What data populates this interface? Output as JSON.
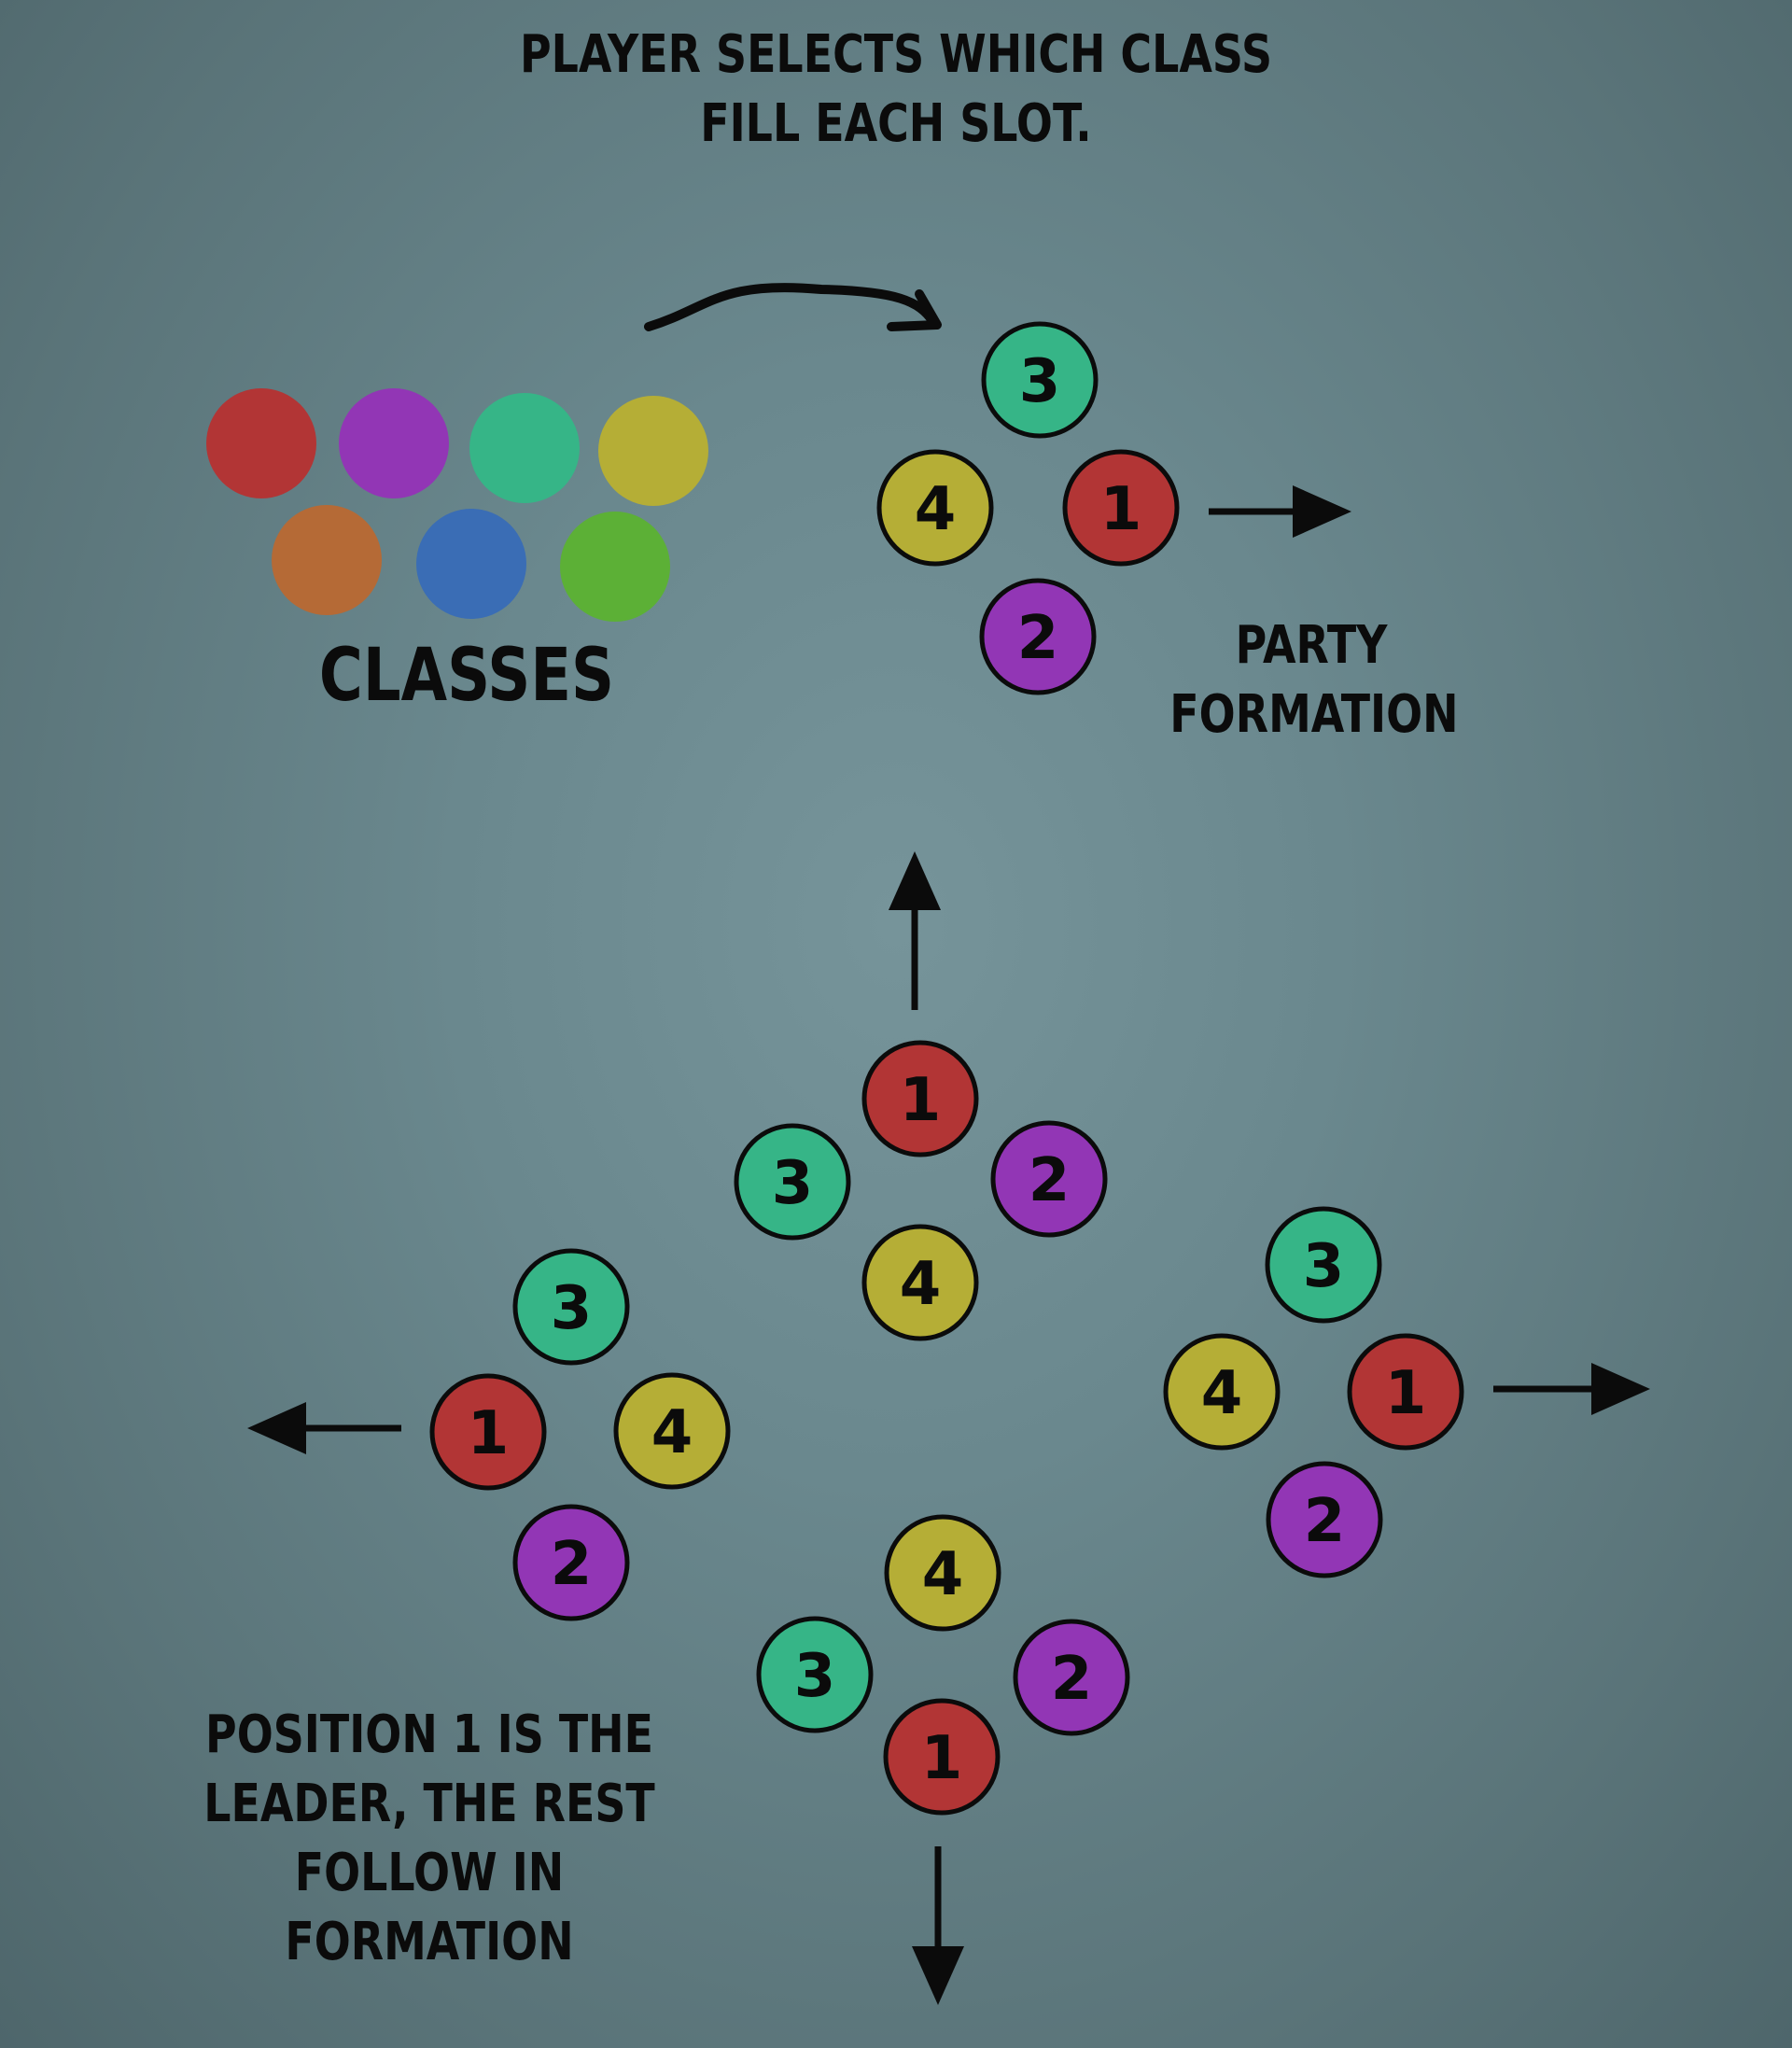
{
  "title": "PLAYER SELECTS WHICH CLASS FILL EACH SLOT.",
  "classes_label": "CLASSES",
  "party_label": "PARTY FORMATION",
  "leader_note": "POSITION 1 IS THE LEADER, THE REST FOLLOW IN FORMATION",
  "colors": {
    "red": "#b23535",
    "purple": "#9236b5",
    "teal": "#36b587",
    "yellow": "#b5ae36",
    "orange": "#b56a36",
    "blue": "#3a6db5",
    "green": "#5cb036",
    "ink": "#0b0b0b"
  },
  "class_palette": [
    "red",
    "purple",
    "teal",
    "yellow",
    "orange",
    "blue",
    "green"
  ],
  "slot_colors": {
    "1": "red",
    "2": "purple",
    "3": "teal",
    "4": "yellow"
  },
  "formations": [
    {
      "name": "party-formation",
      "facing": "right",
      "slots": [
        "3",
        "4",
        "1",
        "2"
      ]
    },
    {
      "name": "formation-up",
      "facing": "up",
      "slots": [
        "1",
        "3",
        "2",
        "4"
      ]
    },
    {
      "name": "formation-left",
      "facing": "left",
      "slots": [
        "3",
        "1",
        "4",
        "2"
      ]
    },
    {
      "name": "formation-right",
      "facing": "right",
      "slots": [
        "3",
        "4",
        "1",
        "2"
      ]
    },
    {
      "name": "formation-down",
      "facing": "down",
      "slots": [
        "4",
        "3",
        "2",
        "1"
      ]
    }
  ]
}
